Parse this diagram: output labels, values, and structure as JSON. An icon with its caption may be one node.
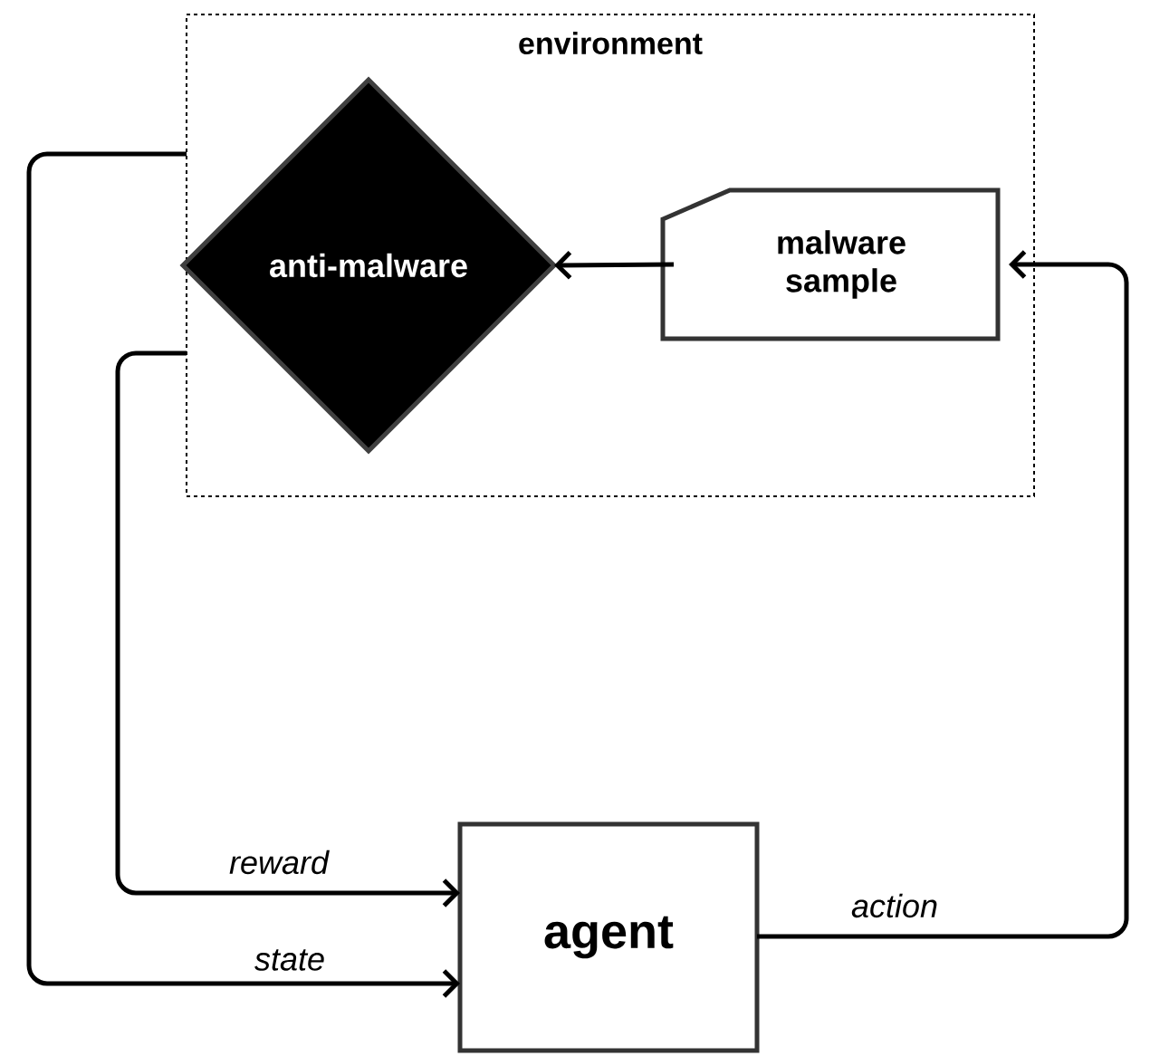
{
  "diagram": {
    "nodes": [
      {
        "text": [
          "environment"
        ]
      },
      {
        "text": [
          "anti-malware"
        ],
        "in": 0
      },
      {
        "text": [
          "malware sample"
        ],
        "in": 0
      },
      {
        "text": [
          "agent"
        ]
      }
    ],
    "edges": [
      {
        "from": 2,
        "to": 1,
        "arrow": "to"
      },
      {
        "from": 3,
        "to": 2,
        "arrow": "to",
        "label": "action"
      },
      {
        "from": 0,
        "to": 3,
        "arrow": "to",
        "label": "reward"
      },
      {
        "from": 0,
        "to": 3,
        "arrow": "to",
        "label": "state"
      }
    ]
  }
}
